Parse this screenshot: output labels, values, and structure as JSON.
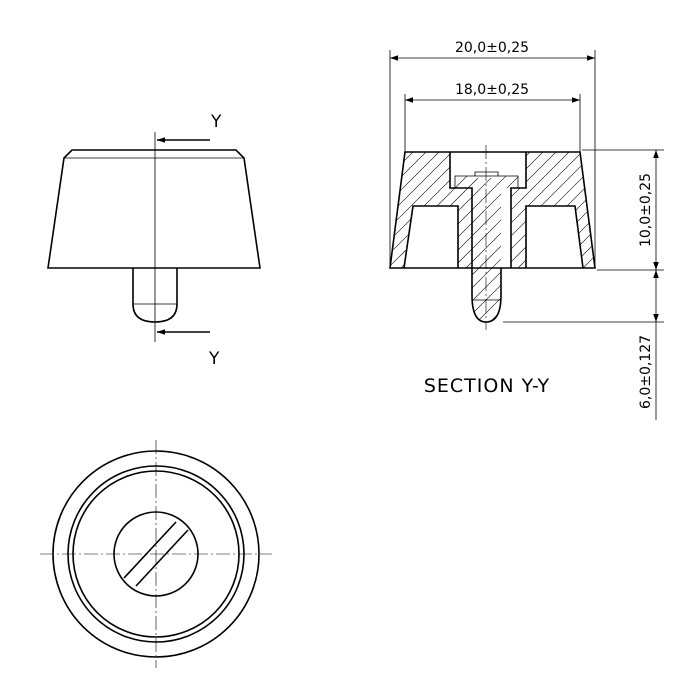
{
  "section_marker_top": "Y",
  "section_marker_bottom": "Y",
  "section_title": "SECTION Y-Y",
  "dimensions": {
    "overall_width": "20,0±0,25",
    "top_width": "18,0±0,25",
    "body_height": "10,0±0,25",
    "pin_length": "6,0±0,127"
  }
}
